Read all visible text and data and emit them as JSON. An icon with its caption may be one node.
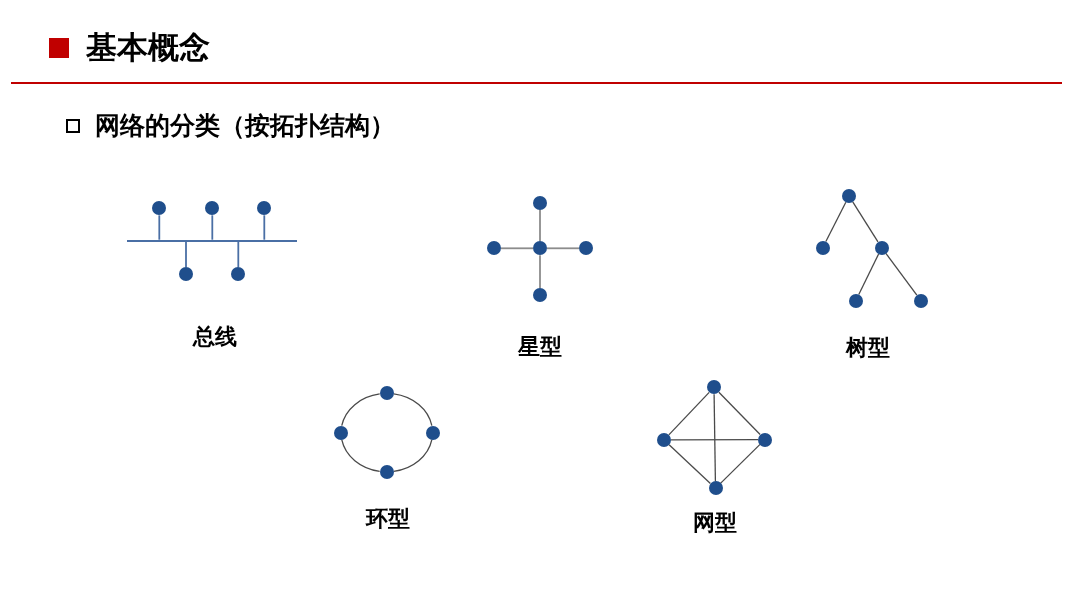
{
  "diagram": {
    "title": "基本概念",
    "nodes": [
      {
        "text": [],
        "shape": "circle"
      },
      {
        "text": [],
        "shape": "circle"
      },
      {
        "text": [],
        "shape": "circle"
      },
      {
        "text": [],
        "shape": "bar"
      },
      {
        "text": [],
        "shape": "circle"
      },
      {
        "text": [],
        "shape": "circle"
      },
      {
        "text": [],
        "shape": "circle"
      },
      {
        "text": [],
        "shape": "circle"
      },
      {
        "text": [],
        "shape": "circle"
      },
      {
        "text": [],
        "shape": "circle"
      },
      {
        "text": [],
        "shape": "circle"
      },
      {
        "text": [],
        "shape": "circle"
      },
      {
        "text": [],
        "shape": "circle"
      },
      {
        "text": [],
        "shape": "circle"
      },
      {
        "text": [],
        "shape": "circle"
      },
      {
        "text": [],
        "shape": "circle"
      },
      {
        "text": [],
        "shape": "circle"
      },
      {
        "text": [],
        "shape": "circle"
      },
      {
        "text": [],
        "shape": "circle"
      },
      {
        "text": [],
        "shape": "circle"
      },
      {
        "text": [],
        "shape": "circle"
      },
      {
        "text": [],
        "shape": "circle"
      },
      {
        "text": [],
        "shape": "circle"
      },
      {
        "text": [],
        "shape": "circle"
      }
    ],
    "edges": [
      {
        "from": 0,
        "to": 3,
        "arrow": "none",
        "color": "#4a6fa5"
      },
      {
        "from": 1,
        "to": 3,
        "arrow": "none",
        "color": "#4a6fa5"
      },
      {
        "from": 2,
        "to": 3,
        "arrow": "none",
        "color": "#4a6fa5"
      },
      {
        "from": 3,
        "to": 4,
        "arrow": "none",
        "color": "#4a6fa5"
      },
      {
        "from": 3,
        "to": 5,
        "arrow": "none",
        "color": "#4a6fa5"
      },
      {
        "from": 8,
        "to": 6,
        "arrow": "none",
        "color": "#8c8c8c"
      },
      {
        "from": 8,
        "to": 7,
        "arrow": "none",
        "color": "#8c8c8c"
      },
      {
        "from": 8,
        "to": 9,
        "arrow": "none",
        "color": "#8c8c8c"
      },
      {
        "from": 8,
        "to": 10,
        "arrow": "none",
        "color": "#8c8c8c"
      },
      {
        "from": 11,
        "to": 12,
        "arrow": "none"
      },
      {
        "from": 11,
        "to": 13,
        "arrow": "none"
      },
      {
        "from": 13,
        "to": 14,
        "arrow": "none"
      },
      {
        "from": 13,
        "to": 15,
        "arrow": "none"
      },
      {
        "from": 16,
        "to": 18,
        "arrow": "none"
      },
      {
        "from": 18,
        "to": 19,
        "arrow": "none"
      },
      {
        "from": 19,
        "to": 17,
        "arrow": "none"
      },
      {
        "from": 17,
        "to": 16,
        "arrow": "none"
      },
      {
        "from": 20,
        "to": 21,
        "arrow": "none"
      },
      {
        "from": 20,
        "to": 22,
        "arrow": "none"
      },
      {
        "from": 21,
        "to": 23,
        "arrow": "none"
      },
      {
        "from": 22,
        "to": 23,
        "arrow": "none"
      },
      {
        "from": 21,
        "to": 22,
        "arrow": "none"
      },
      {
        "from": 20,
        "to": 23,
        "arrow": "none"
      }
    ],
    "labels": [
      "网络的分类（按拓扑结构）",
      "总线",
      "星型",
      "树型",
      "环型",
      "网型"
    ]
  }
}
